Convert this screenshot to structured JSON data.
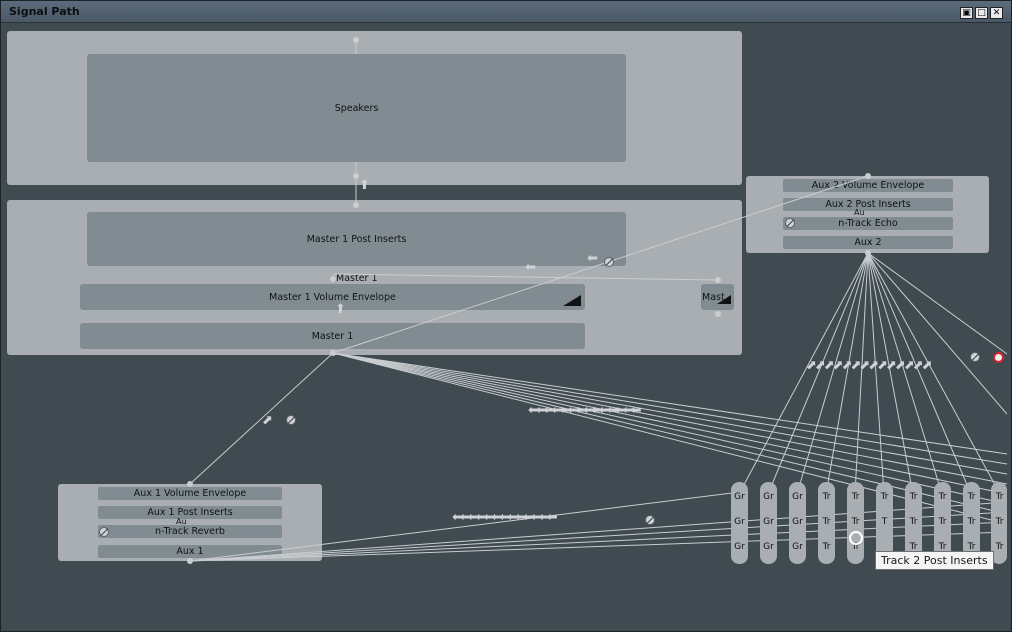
{
  "window": {
    "title": "Signal Path",
    "buttons": [
      "▣",
      "□",
      "✕"
    ]
  },
  "nodes": {
    "speakers": "Speakers",
    "master_post_inserts": "Master 1 Post Inserts",
    "master_label_small": "Master 1",
    "master_volume_envelope": "Master 1 Volume Envelope",
    "master_side": "Mast",
    "master": "Master 1",
    "aux2_volume_envelope": "Aux 2 Volume Envelope",
    "aux2_post_inserts": "Aux 2 Post Inserts",
    "aux2_overlap": "Au",
    "aux2_echo": "n-Track Echo",
    "aux2": "Aux 2",
    "aux1_volume_envelope": "Aux 1 Volume Envelope",
    "aux1_post_inserts": "Aux 1 Post Inserts",
    "aux1_overlap": "Au",
    "aux1_reverb": "n-Track Reverb",
    "aux1": "Aux 1"
  },
  "channels": [
    {
      "top": "Gr",
      "mid": "Gr",
      "bot": "Gr"
    },
    {
      "top": "Gr",
      "mid": "Gr",
      "bot": "Gr"
    },
    {
      "top": "Gr",
      "mid": "Gr",
      "bot": "Gr"
    },
    {
      "top": "Tr",
      "mid": "Tr",
      "bot": "Tr"
    },
    {
      "top": "Tr",
      "mid": "Tr",
      "bot": "Tr"
    },
    {
      "top": "Tr",
      "mid": "T",
      "bot": ""
    },
    {
      "top": "Tr",
      "mid": "Tr",
      "bot": "Tr"
    },
    {
      "top": "Tr",
      "mid": "Tr",
      "bot": "Tr"
    },
    {
      "top": "Tr",
      "mid": "Tr",
      "bot": "Tr"
    },
    {
      "top": "Tr",
      "mid": "Tr",
      "bot": "Tr"
    }
  ],
  "tooltip": "Track 2 Post Inserts",
  "icons": {
    "bypass": "no-symbol-icon",
    "bypass_active": "red-no-symbol-icon",
    "volume_ramp": "volume-ramp-icon",
    "signal_arrow": "arrow-icon"
  },
  "colors": {
    "background": "#3f4a51",
    "panel": "#a8aeb1",
    "block": "#818c92",
    "wire": "#c9cdd0",
    "bypass_red": "#d8202a"
  }
}
